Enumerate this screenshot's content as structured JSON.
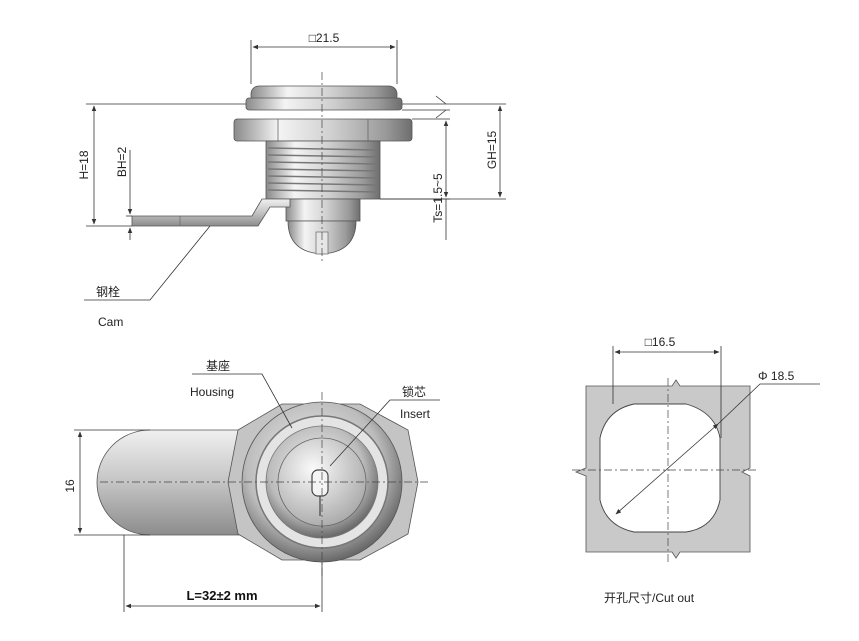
{
  "side_view": {
    "width_label": "□21.5",
    "h_label": "H=18",
    "bh_label": "BH=2",
    "ts_label": "Ts=1.5~5",
    "gh_label": "GH=15",
    "cam_label_cn": "钢栓",
    "cam_label_en": "Cam"
  },
  "front_view": {
    "housing_label_cn": "基座",
    "housing_label_en": "Housing",
    "insert_label_cn": "锁芯",
    "insert_label_en": "Insert",
    "height_label": "16",
    "length_label": "L=32±2 mm"
  },
  "cutout_view": {
    "width_label": "□16.5",
    "diameter_label": "Φ 18.5",
    "caption": "开孔尺寸/Cut out"
  },
  "colors": {
    "metal_light": "#f2f2f2",
    "metal_mid": "#c8c8c8",
    "metal_dark": "#7a7a7a",
    "cutout_fill": "#c9c9c9"
  }
}
